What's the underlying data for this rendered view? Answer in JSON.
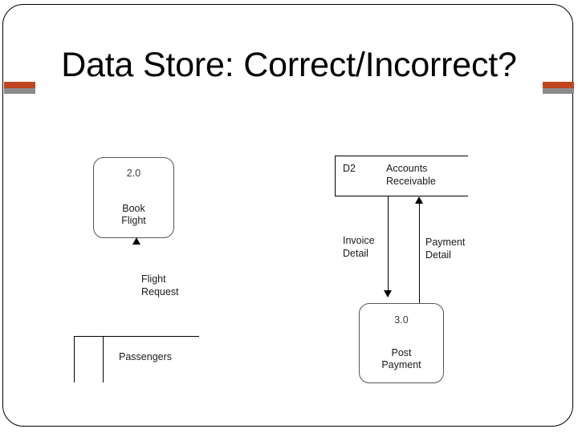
{
  "slide": {
    "title": "Data Store: Correct/Incorrect?",
    "accent_color": "#c0451f",
    "accent_secondary_color": "#8b8b8b",
    "background_color": "#ffffff",
    "line_color": "#000000"
  },
  "diagram": {
    "type": "data-flow-diagram",
    "processes": [
      {
        "id": "book-flight",
        "number": "2.0",
        "label_line1": "Book",
        "label_line2": "Flight"
      },
      {
        "id": "post-payment",
        "number": "3.0",
        "label_line1": "Post",
        "label_line2": "Payment"
      }
    ],
    "data_stores": [
      {
        "id": "passengers",
        "code": "",
        "name": "Passengers",
        "style": "open-ended-no-id"
      },
      {
        "id": "accounts-receivable",
        "code": "D2",
        "name_line1": "Accounts",
        "name_line2": "Receivable",
        "style": "open-right"
      }
    ],
    "flows": [
      {
        "id": "flight-request",
        "label_line1": "Flight",
        "label_line2": "Request",
        "direction": "up"
      },
      {
        "id": "invoice-detail",
        "label_line1": "Invoice",
        "label_line2": "Detail",
        "direction": "down"
      },
      {
        "id": "payment-detail",
        "label_line1": "Payment",
        "label_line2": "Detail",
        "direction": "up"
      }
    ]
  }
}
